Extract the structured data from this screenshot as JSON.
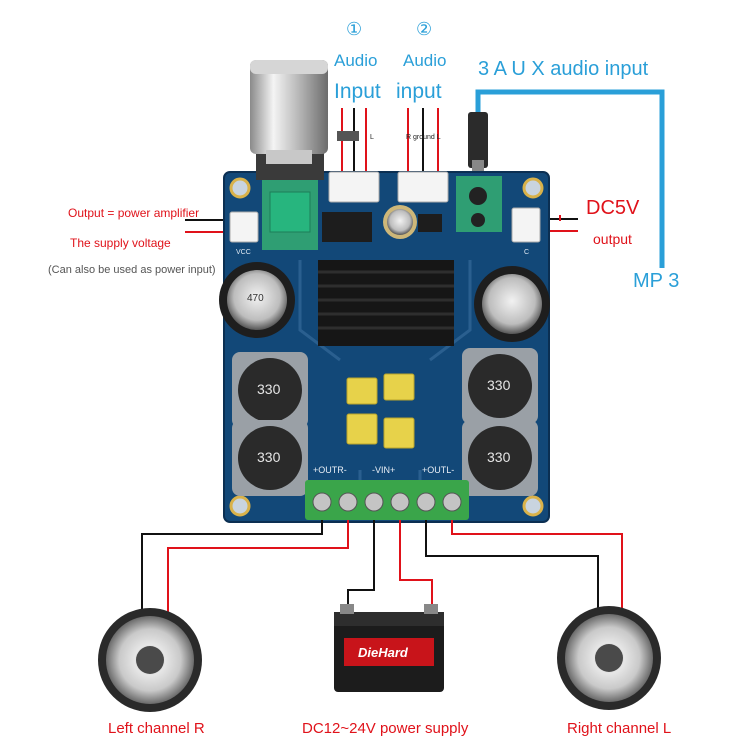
{
  "inputs": {
    "input1_number": "①",
    "input2_number": "②",
    "input1_audio": "Audio",
    "input2_audio": "Audio",
    "input1_input": "Input",
    "input2_input": "input",
    "input1_pins": "L",
    "input2_pins": "R ground L"
  },
  "aux": {
    "label": "3 A U X audio input",
    "mp3": "MP 3"
  },
  "dc5v": {
    "label": "DC5V",
    "output": "output"
  },
  "left_notes": {
    "line1": "Output = power amplifier",
    "line2": "The supply voltage",
    "line3": "(Can also be used as power input)"
  },
  "board": {
    "inductor_text": "330",
    "cap_text": "470",
    "silk_outr": "+OUTR-",
    "silk_vin": "-VIN+",
    "silk_outl": "+OUTL-",
    "silk_vcc": "VCC",
    "silk_c": "C"
  },
  "battery": {
    "brand": "DieHard"
  },
  "bottom": {
    "left": "Left channel R",
    "center": "DC12~24V power supply",
    "right": "Right channel L"
  },
  "colors": {
    "label_blue": "#2a9fd8",
    "label_red": "#e0121a",
    "board": "#124878",
    "terminal": "#3aa54a"
  }
}
